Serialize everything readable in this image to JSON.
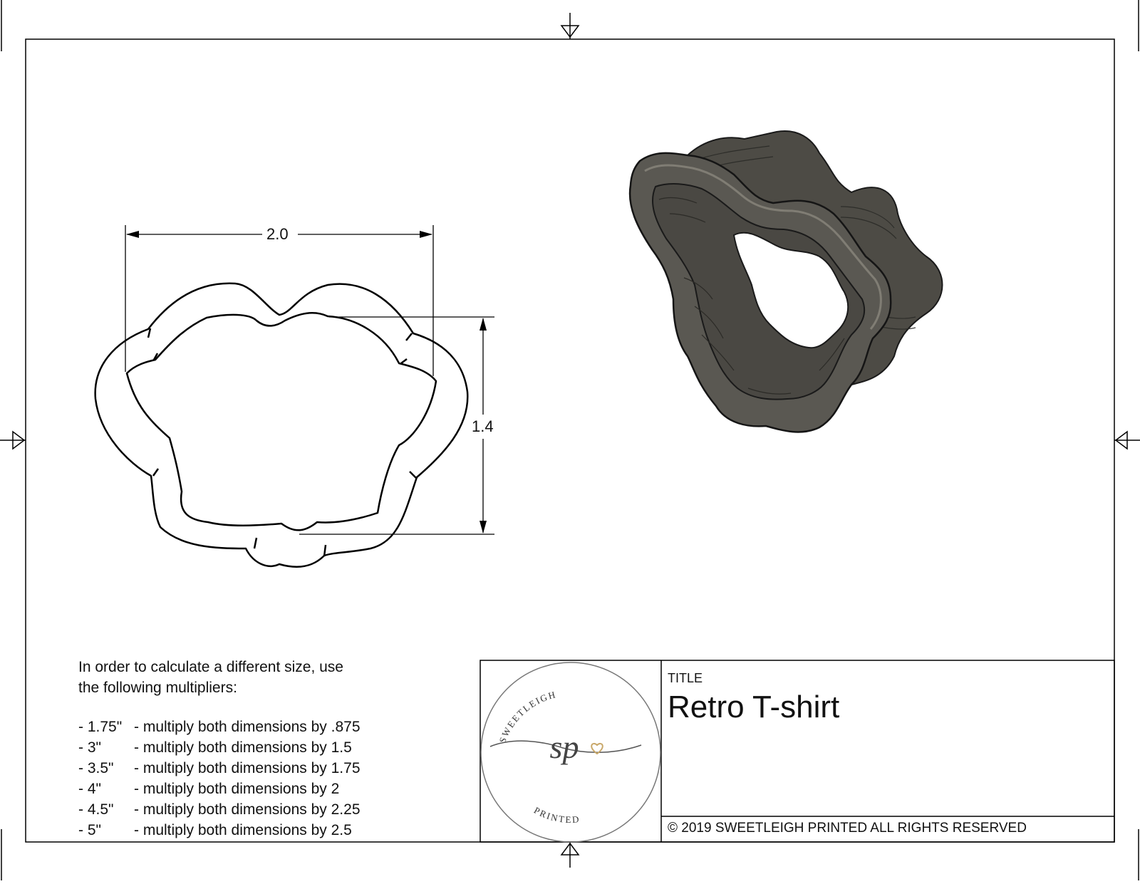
{
  "drawing": {
    "width_dimension": "2.0",
    "height_dimension": "1.4"
  },
  "notes": {
    "intro_line1": "In order to calculate a different size, use",
    "intro_line2": "the following multipliers:",
    "multipliers": [
      {
        "size": "- 1.75\"",
        "text": "- multiply both dimensions by .875"
      },
      {
        "size": "- 3\"",
        "text": "- multiply both dimensions by 1.5"
      },
      {
        "size": "- 3.5\"",
        "text": "- multiply both dimensions by 1.75"
      },
      {
        "size": "- 4\"",
        "text": "- multiply both dimensions by 2"
      },
      {
        "size": "- 4.5\"",
        "text": "- multiply both dimensions by 2.25"
      },
      {
        "size": "- 5\"",
        "text": "- multiply both dimensions by 2.5"
      }
    ]
  },
  "title_block": {
    "title_label": "TITLE",
    "title_value": "Retro T-shirt",
    "copyright": "© 2019  SWEETLEIGH PRINTED  ALL RIGHTS RESERVED"
  },
  "logo": {
    "top_text": "SWEETLEIGH",
    "monogram": "sp",
    "bottom_text": "PRINTED",
    "accent_color": "#c9a86a"
  },
  "colors": {
    "line": "#000000",
    "cutter_body": "#5a5852",
    "cutter_dark": "#3a3934",
    "cutter_light": "#8a877d"
  }
}
